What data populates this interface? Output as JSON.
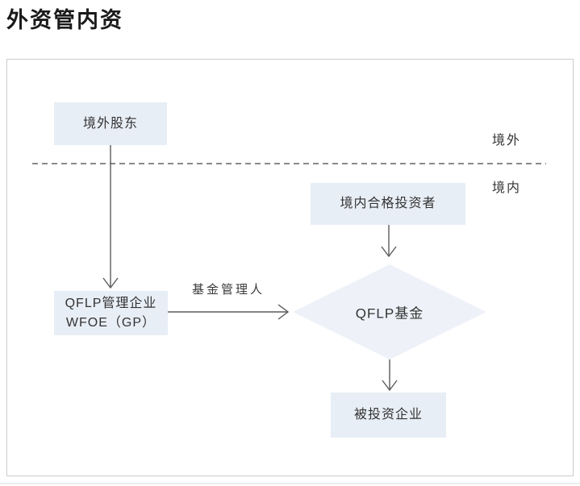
{
  "page": {
    "title": "外资管内资"
  },
  "diagram": {
    "regions": {
      "outside_label": "境外",
      "inside_label": "境内"
    },
    "nodes": {
      "foreign_shareholder": {
        "label": "境外股东"
      },
      "domestic_investor": {
        "label": "境内合格投资者"
      },
      "qflp_manager": {
        "line1": "QFLP管理企业",
        "line2": "WFOE（GP）"
      },
      "qflp_fund": {
        "label": "QFLP基金"
      },
      "investee": {
        "label": "被投资企业"
      }
    },
    "edges": {
      "manager_role_label": "基金管理人"
    },
    "colors": {
      "node_fill": "#e8eef5",
      "diamond_fill": "#eef2f8",
      "connector": "#5b5b5b",
      "boundary_dash": "#444444",
      "frame_border": "#cccccc",
      "text": "#333333"
    }
  }
}
